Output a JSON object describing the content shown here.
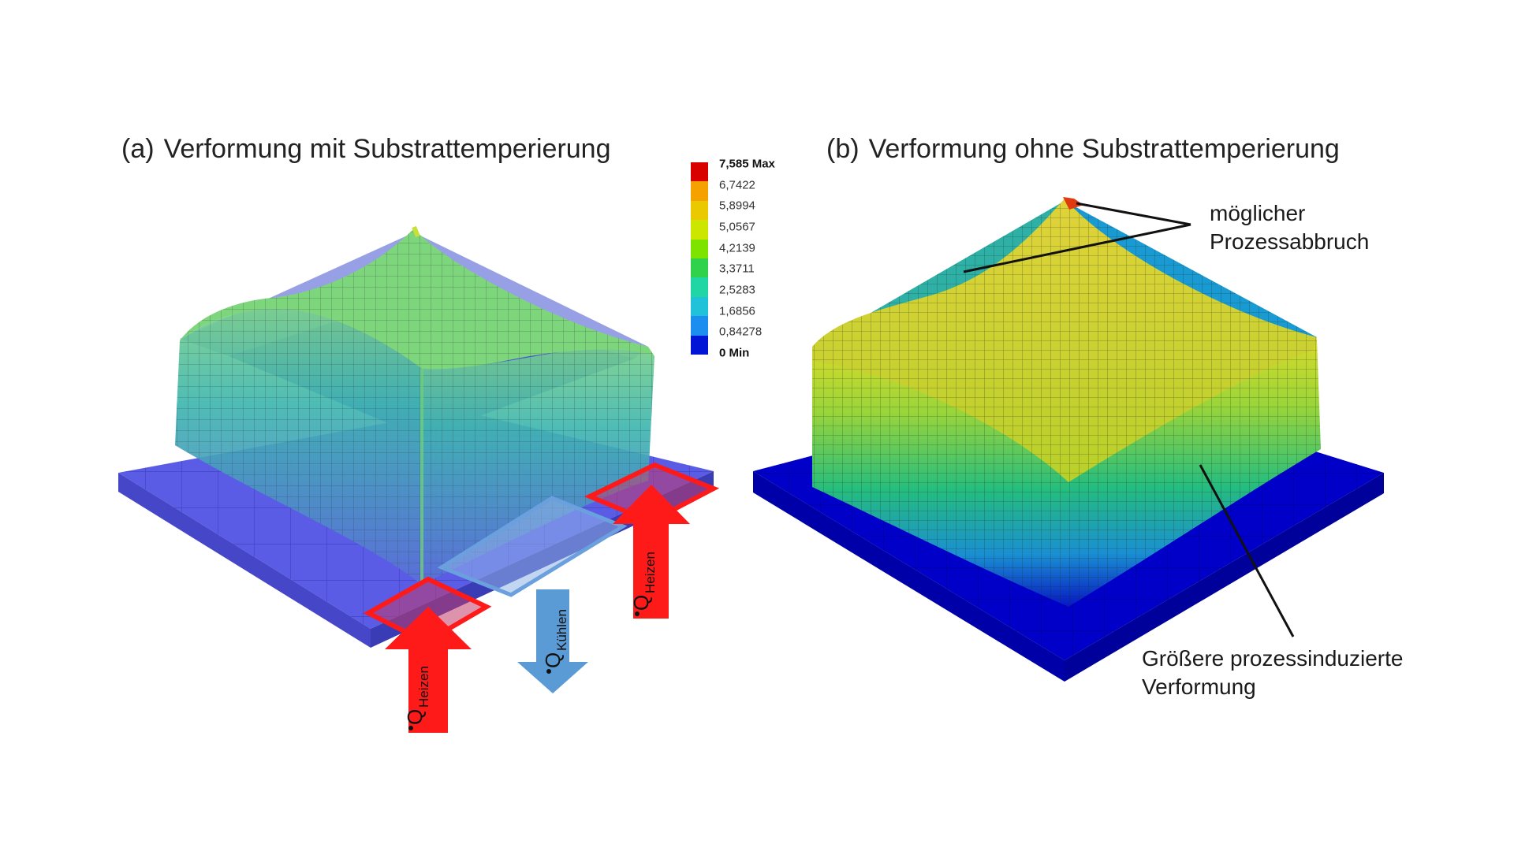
{
  "panels": {
    "a": {
      "tag": "(a)",
      "title": "Verformung mit Substrattemperierung"
    },
    "b": {
      "tag": "(b)",
      "title": "Verformung ohne Substrattemperierung"
    }
  },
  "legend": {
    "max_label": "7,585 Max",
    "min_label": "0 Min",
    "ticks": [
      "6,7422",
      "5,8994",
      "5,0567",
      "4,2139",
      "3,3711",
      "2,5283",
      "1,6856",
      "0,84278"
    ],
    "colors": [
      "#d90000",
      "#f5a100",
      "#eac900",
      "#cde600",
      "#7fe300",
      "#2fd24a",
      "#20d6a4",
      "#1fc2d8",
      "#1c8ef0",
      "#0015d6"
    ]
  },
  "annotations": {
    "abbruch_line1": "möglicher",
    "abbruch_line2": "Prozessabbruch",
    "verformung_line1": "Größere prozessinduzierte",
    "verformung_line2": "Verformung"
  },
  "heat_labels": {
    "heizen_symbol": "Q",
    "heizen_sub": "Heizen",
    "kuehlen_symbol": "Q",
    "kuehlen_sub": "Kühlen"
  },
  "colors": {
    "heizen": "#ff1a1a",
    "kuehlen": "#5b9bd5",
    "substrate_a": "#5a5ce6",
    "substrate_b": "#0000c8"
  }
}
